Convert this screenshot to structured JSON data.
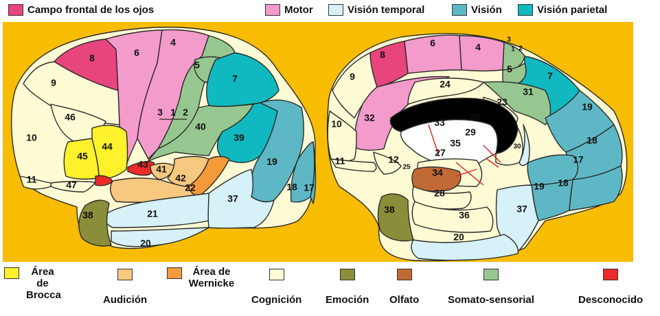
{
  "legend_top": [
    {
      "label": "Campo frontal de los ojos",
      "color": "#E8457E"
    },
    {
      "label": "Motor",
      "color": "#F39BCB"
    },
    {
      "label": "Visión temporal",
      "color": "#D6F1F7"
    },
    {
      "label": "Visión",
      "color": "#5EB7C4"
    },
    {
      "label": "Visión parietal",
      "color": "#10B9BF"
    }
  ],
  "legend_bottom": [
    {
      "label": "Área de Brocca",
      "color": "#FFF12B"
    },
    {
      "label": "Audición",
      "color": "#F7C87F"
    },
    {
      "label": "Área de Wernicke",
      "color": "#F49A3A"
    },
    {
      "label": "Cognición",
      "color": "#FFFBD4"
    },
    {
      "label": "Emoción",
      "color": "#8A8E3A"
    },
    {
      "label": "Olfato",
      "color": "#C26A36"
    },
    {
      "label": "Somato-sensorial",
      "color": "#97C790"
    },
    {
      "label": "Desconocido",
      "color": "#EE2A2A"
    }
  ],
  "lateral_areas": [
    "8",
    "6",
    "4",
    "9",
    "46",
    "10",
    "45",
    "44",
    "11",
    "47",
    "43",
    "41",
    "42",
    "22",
    "3",
    "1",
    "2",
    "5",
    "7",
    "40",
    "39",
    "19",
    "18",
    "17",
    "21",
    "37",
    "38",
    "20"
  ],
  "medial_areas": [
    "8",
    "6",
    "4",
    "3",
    "1",
    "2",
    "5",
    "9",
    "7",
    "32",
    "24",
    "31",
    "23",
    "33",
    "26",
    "29",
    "30",
    "19",
    "18",
    "17",
    "10",
    "11",
    "12",
    "25",
    "27",
    "35",
    "34",
    "28",
    "36",
    "19",
    "18",
    "37",
    "38",
    "20"
  ]
}
